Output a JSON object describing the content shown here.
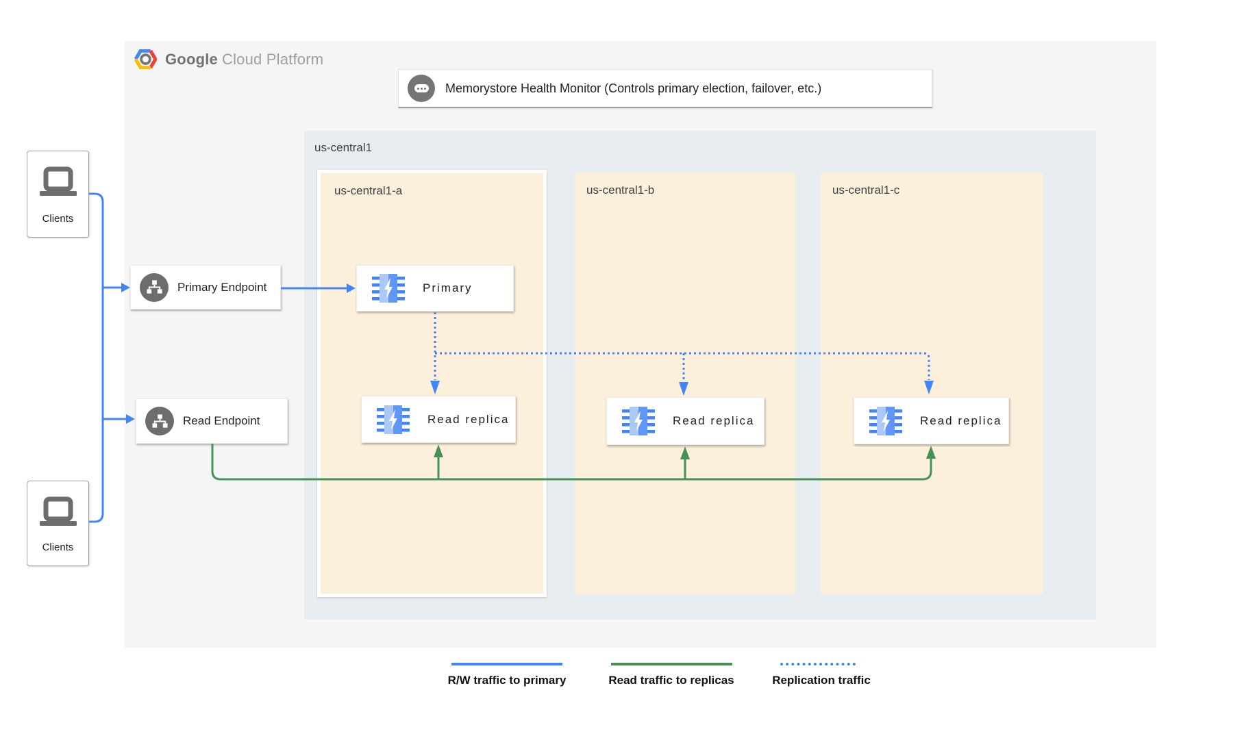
{
  "brand": {
    "google": "Google",
    "suffix": "Cloud Platform"
  },
  "health_monitor": {
    "label": "Memorystore Health Monitor (Controls primary election, failover, etc.)"
  },
  "clients_top": {
    "label": "Clients"
  },
  "clients_bottom": {
    "label": "Clients"
  },
  "endpoints": {
    "primary": {
      "label": "Primary Endpoint"
    },
    "read": {
      "label": "Read Endpoint"
    }
  },
  "region": {
    "label": "us-central1",
    "zones": [
      {
        "label": "us-central1-a",
        "nodes": [
          {
            "label": "Primary"
          },
          {
            "label": "Read replica"
          }
        ]
      },
      {
        "label": "us-central1-b",
        "nodes": [
          {
            "label": "Read replica"
          }
        ]
      },
      {
        "label": "us-central1-c",
        "nodes": [
          {
            "label": "Read replica"
          }
        ]
      }
    ]
  },
  "legend": {
    "items": [
      {
        "label": "R/W traffic to primary",
        "style": "solid",
        "color": "#4285f4"
      },
      {
        "label": "Read traffic to replicas",
        "style": "solid",
        "color": "#459256"
      },
      {
        "label": "Replication traffic",
        "style": "dotted",
        "color": "#4285f4"
      }
    ]
  },
  "colors": {
    "rw_traffic_blue": "#4285f4",
    "read_traffic_green": "#459256",
    "replication_blue": "#4285f4",
    "panel_bg": "#f5f5f6",
    "region_bg": "#e8edf2",
    "zone_bg": "#fcefdc",
    "icon_gray": "#6d6d6d",
    "memorystore_light_blue": "#abc8f7",
    "memorystore_blue": "#5e97f6"
  }
}
